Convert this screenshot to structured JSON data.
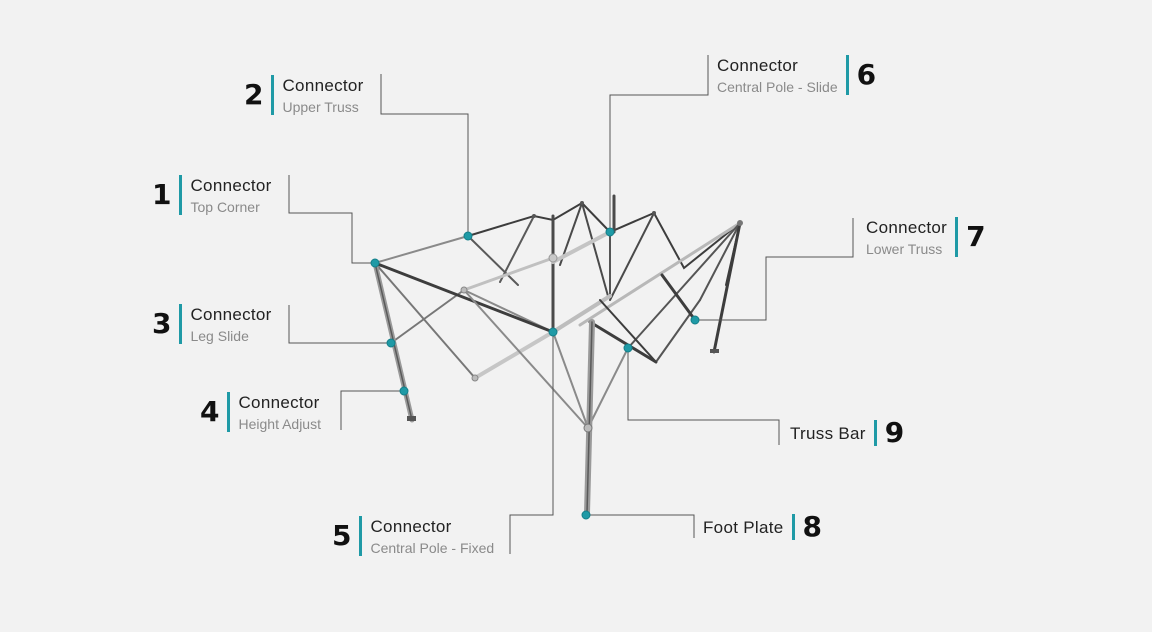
{
  "colors": {
    "accent": "#1f9aa6",
    "frame_dark": "#3d3d3d",
    "frame_mid": "#8c8c8c",
    "frame_light": "#bdbdbd",
    "leader": "#555555"
  },
  "callouts": [
    {
      "number": "1",
      "title": "Connector",
      "subtitle": "Top Corner"
    },
    {
      "number": "2",
      "title": "Connector",
      "subtitle": "Upper Truss"
    },
    {
      "number": "3",
      "title": "Connector",
      "subtitle": "Leg Slide"
    },
    {
      "number": "4",
      "title": "Connector",
      "subtitle": "Height Adjust"
    },
    {
      "number": "5",
      "title": "Connector",
      "subtitle": "Central Pole - Fixed"
    },
    {
      "number": "6",
      "title": "Connector",
      "subtitle": "Central Pole - Slide"
    },
    {
      "number": "7",
      "title": "Connector",
      "subtitle": "Lower Truss"
    },
    {
      "number": "8",
      "title": "Foot Plate"
    },
    {
      "number": "9",
      "title": "Truss Bar"
    }
  ]
}
